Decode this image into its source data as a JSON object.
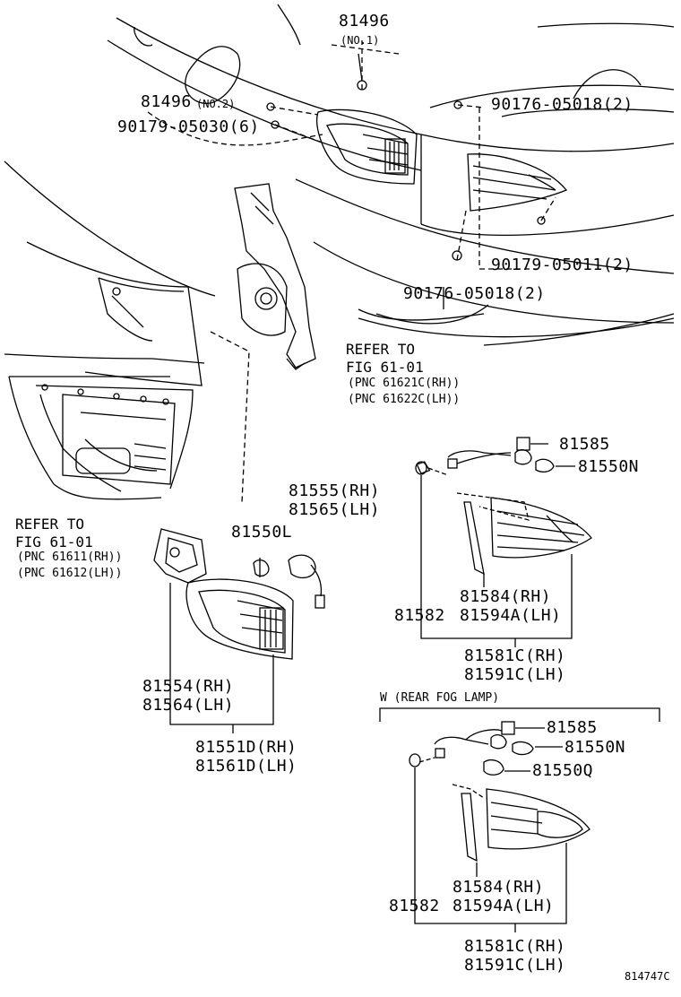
{
  "labels": {
    "p81496_top": "81496",
    "p81496_top_note": "(NO.1)",
    "p81496_left": "81496",
    "p81496_left_note": "(NO.2)",
    "p90179_05030": "90179-05030(6)",
    "p90176_05018_top": "90176-05018(2)",
    "p90179_05011": "90179-05011(2)",
    "p90176_05018_mid": "90176-05018(2)",
    "refer_right_1": "REFER TO",
    "refer_right_2": "FIG 61-01",
    "refer_right_pnc1": "(PNC 61621C(RH))",
    "refer_right_pnc2": "(PNC 61622C(LH))",
    "refer_left_1": "REFER TO",
    "refer_left_2": "FIG 61-01",
    "refer_left_pnc1": "(PNC 61611(RH))",
    "refer_left_pnc2": "(PNC 61612(LH))",
    "p81555": "81555(RH)",
    "p81565": "81565(LH)",
    "p81550L": "81550L",
    "p81554": "81554(RH)",
    "p81564": "81564(LH)",
    "p81551D": "81551D(RH)",
    "p81561D": "81561D(LH)",
    "u_p81585": "81585",
    "u_p81550N": "81550N",
    "u_p81584": "81584(RH)",
    "u_p81582": "81582",
    "u_p81594A": "81594A(LH)",
    "u_p81581C": "81581C(RH)",
    "u_p81591C": "81591C(LH)",
    "fog_title": "W (REAR FOG LAMP)",
    "l_p81585": "81585",
    "l_p81550N": "81550N",
    "l_p81550Q": "81550Q",
    "l_p81584": "81584(RH)",
    "l_p81582": "81582",
    "l_p81594A": "81594A(LH)",
    "l_p81581C": "81581C(RH)",
    "l_p81591C": "81591C(LH)",
    "figure_id": "814747C"
  }
}
